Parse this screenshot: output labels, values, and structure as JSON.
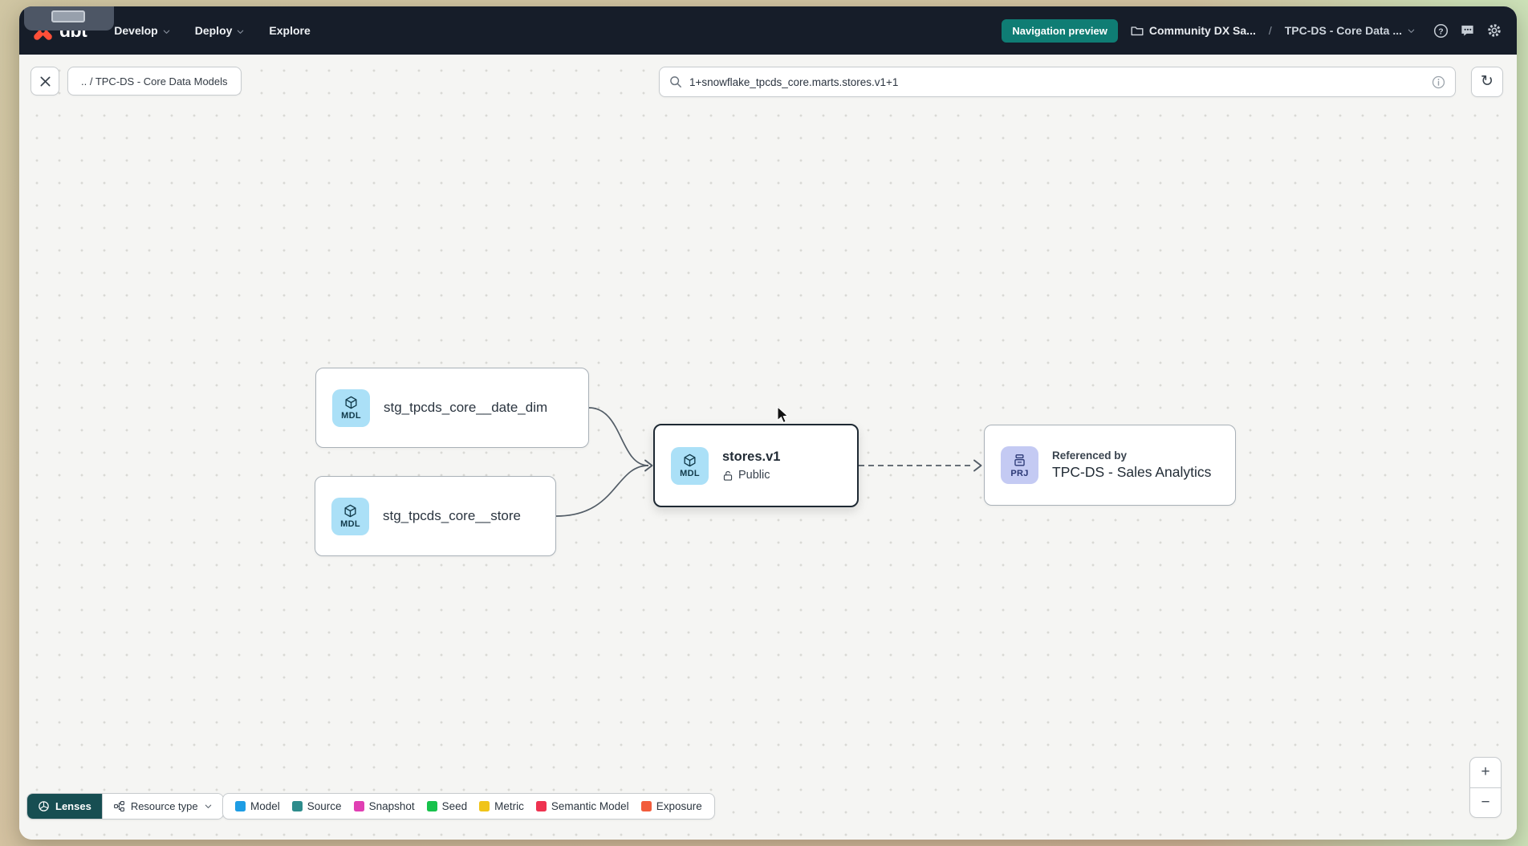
{
  "navbar": {
    "logo": "dbt",
    "menu": {
      "develop": "Develop",
      "deploy": "Deploy",
      "explore": "Explore"
    },
    "preview_badge": "Navigation preview",
    "account_name": "Community DX Sa...",
    "path_separator": "/",
    "project_name": "TPC-DS - Core Data ...",
    "help_glyph": "?"
  },
  "toolbar": {
    "breadcrumb": ".. / TPC-DS - Core Data Models",
    "search_value": "1+snowflake_tpcds_core.marts.stores.v1+1",
    "refresh_glyph": "↻"
  },
  "graph": {
    "node_date_dim": {
      "badge": "MDL",
      "label": "stg_tpcds_core__date_dim"
    },
    "node_store": {
      "badge": "MDL",
      "label": "stg_tpcds_core__store"
    },
    "node_stores_v1": {
      "badge": "MDL",
      "label": "stores.v1",
      "access": "Public"
    },
    "node_project": {
      "badge": "PRJ",
      "kicker": "Referenced by",
      "label": "TPC-DS - Sales Analytics"
    }
  },
  "footer": {
    "lenses_label": "Lenses",
    "resource_type_label": "Resource type",
    "legend": [
      {
        "label": "Model",
        "color": "#1e9de4"
      },
      {
        "label": "Source",
        "color": "#2e8c8c"
      },
      {
        "label": "Snapshot",
        "color": "#e03fb3"
      },
      {
        "label": "Seed",
        "color": "#18c24c"
      },
      {
        "label": "Metric",
        "color": "#f0c419"
      },
      {
        "label": "Semantic Model",
        "color": "#ee3350"
      },
      {
        "label": "Exposure",
        "color": "#f25c3c"
      }
    ],
    "zoom_in_glyph": "+",
    "zoom_out_glyph": "−"
  },
  "colors": {
    "navbar_bg": "#161d29",
    "accent_teal": "#0f7d74",
    "badge_model_bg": "#abe0f7",
    "badge_project_bg": "#c4caf3",
    "canvas_bg": "#f5f5f3",
    "logo_orange": "#ff4f38"
  }
}
